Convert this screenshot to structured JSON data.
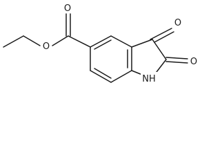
{
  "molecule": {
    "atoms": {
      "ester_oxygen_carbonyl": "O",
      "ester_oxygen_ether": "O",
      "keto_oxygen_c3": "O",
      "keto_oxygen_c2": "O",
      "ring_nitrogen": "NH"
    }
  }
}
